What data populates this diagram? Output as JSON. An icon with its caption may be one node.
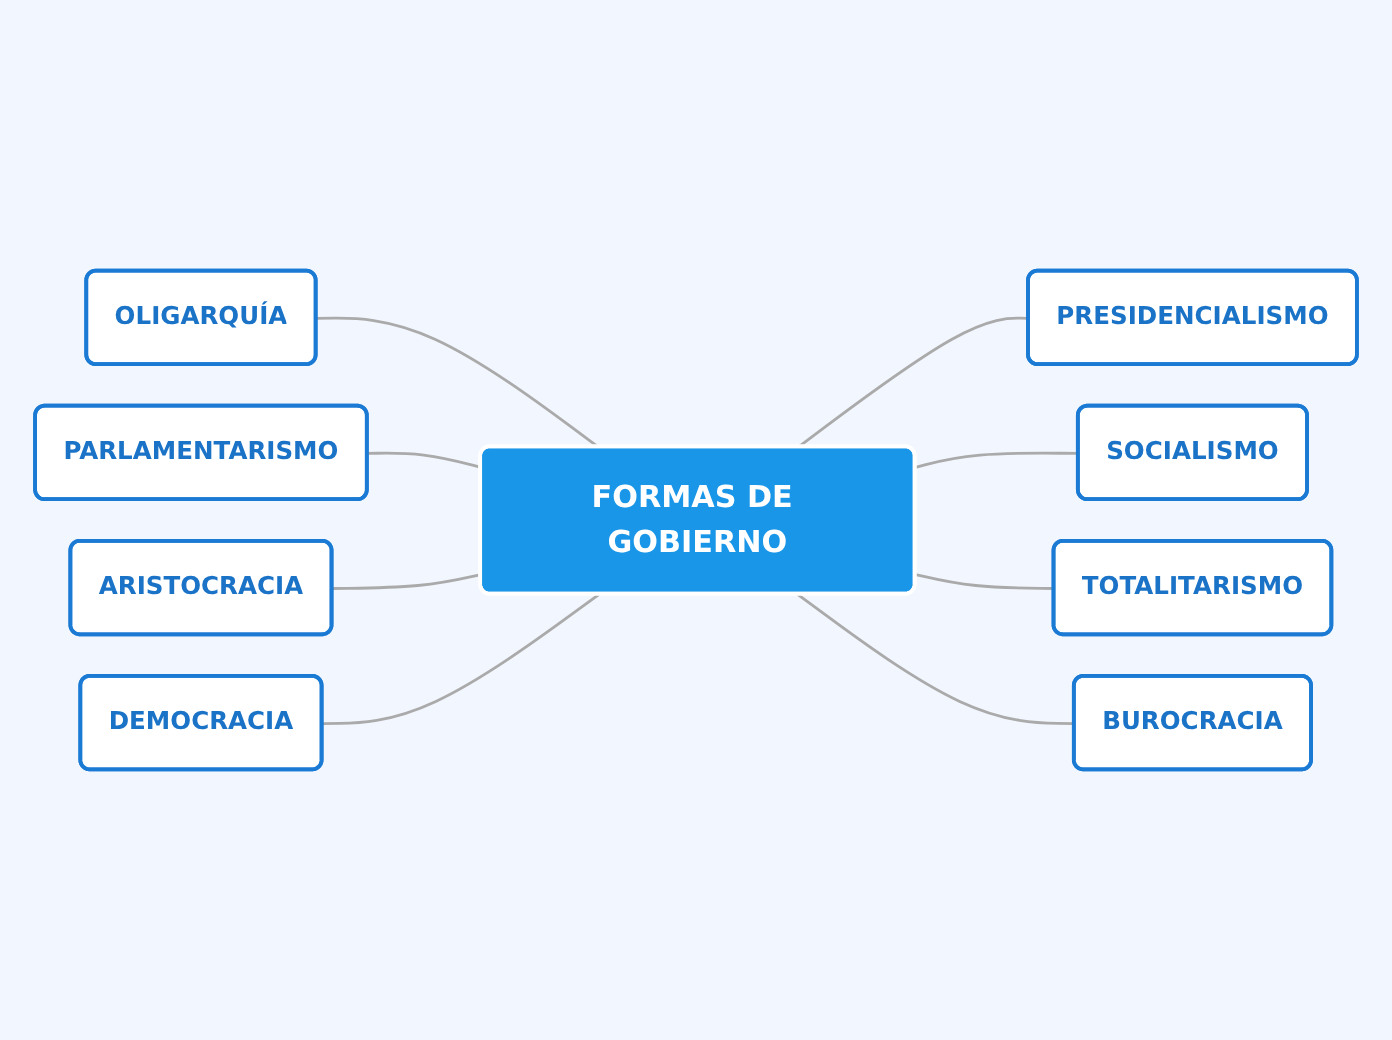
{
  "diagram": {
    "nodes": [
      {
        "text": [
          "FORMAS DE GOBIERNO"
        ]
      },
      {
        "text": [
          "OLIGARQUÍA"
        ]
      },
      {
        "text": [
          "PARLAMENTARISMO"
        ]
      },
      {
        "text": [
          "ARISTOCRACIA"
        ]
      },
      {
        "text": [
          "DEMOCRACIA"
        ]
      },
      {
        "text": [
          "PRESIDENCIALISMO"
        ]
      },
      {
        "text": [
          "SOCIALISMO"
        ]
      },
      {
        "text": [
          "TOTALITARISMO"
        ]
      },
      {
        "text": [
          "BUROCRACIA"
        ]
      }
    ],
    "edges": [
      {
        "from": 1,
        "to": 0,
        "arrow": "none"
      },
      {
        "from": 2,
        "to": 0,
        "arrow": "none"
      },
      {
        "from": 3,
        "to": 0,
        "arrow": "none"
      },
      {
        "from": 4,
        "to": 0,
        "arrow": "none"
      },
      {
        "from": 0,
        "to": 5,
        "arrow": "none"
      },
      {
        "from": 0,
        "to": 6,
        "arrow": "none"
      },
      {
        "from": 0,
        "to": 7,
        "arrow": "none"
      },
      {
        "from": 0,
        "to": 8,
        "arrow": "none"
      }
    ]
  }
}
